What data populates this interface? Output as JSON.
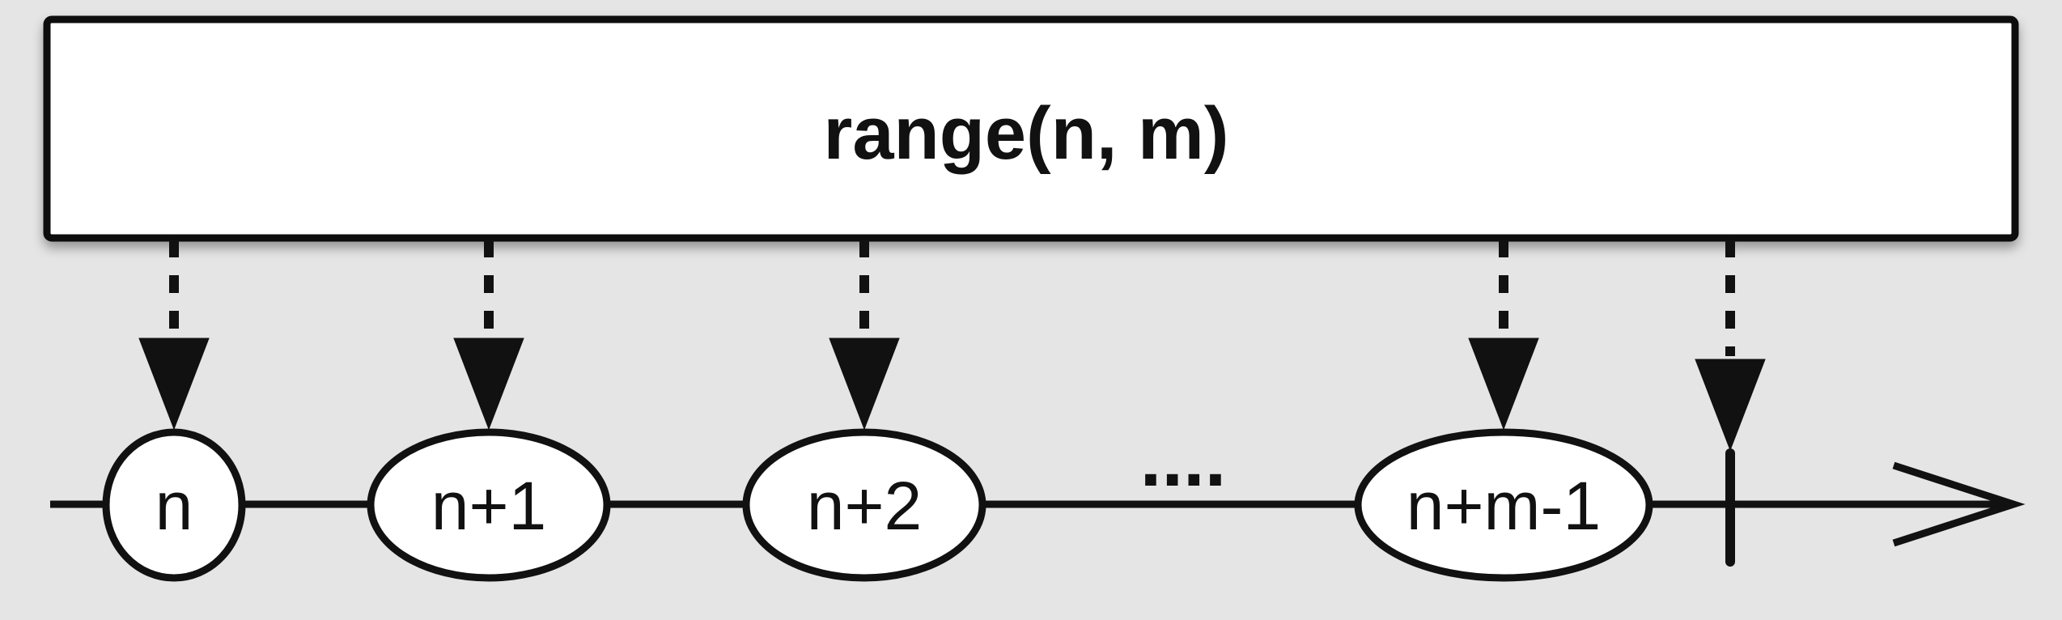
{
  "operator": {
    "label": "range(n, m)"
  },
  "items": [
    {
      "label": "n"
    },
    {
      "label": "n+1"
    },
    {
      "label": "n+2"
    },
    {
      "label": "n+m-1"
    }
  ],
  "ellipsis": "....",
  "colors": {
    "background": "#e5e5e5",
    "stroke": "#111111",
    "fill": "#ffffff"
  }
}
